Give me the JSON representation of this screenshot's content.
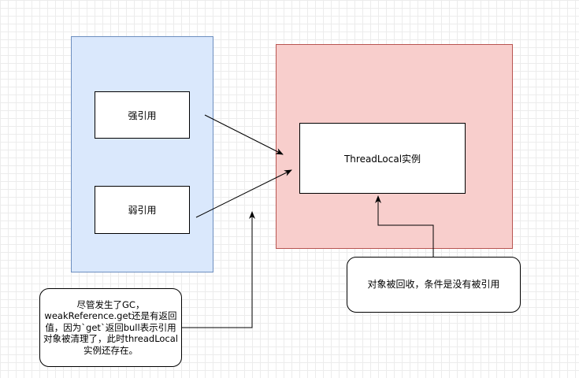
{
  "labels": {
    "strong_ref": "强引用",
    "weak_ref": "弱引用",
    "threadlocal_instance": "ThreadLocal实例",
    "collect_condition": "对象被回收，条件是没有被引用",
    "note": "尽管发生了GC，weakReference.get还是有返回值，因为`get`返回bull表示引用对象被清理了，此时threadLocal实例还存在。"
  },
  "colors": {
    "weak_group_fill": "#dae8fc",
    "weak_group_stroke": "#6c8ebf",
    "instance_group_fill": "#f8cecc",
    "instance_group_stroke": "#b85450"
  }
}
